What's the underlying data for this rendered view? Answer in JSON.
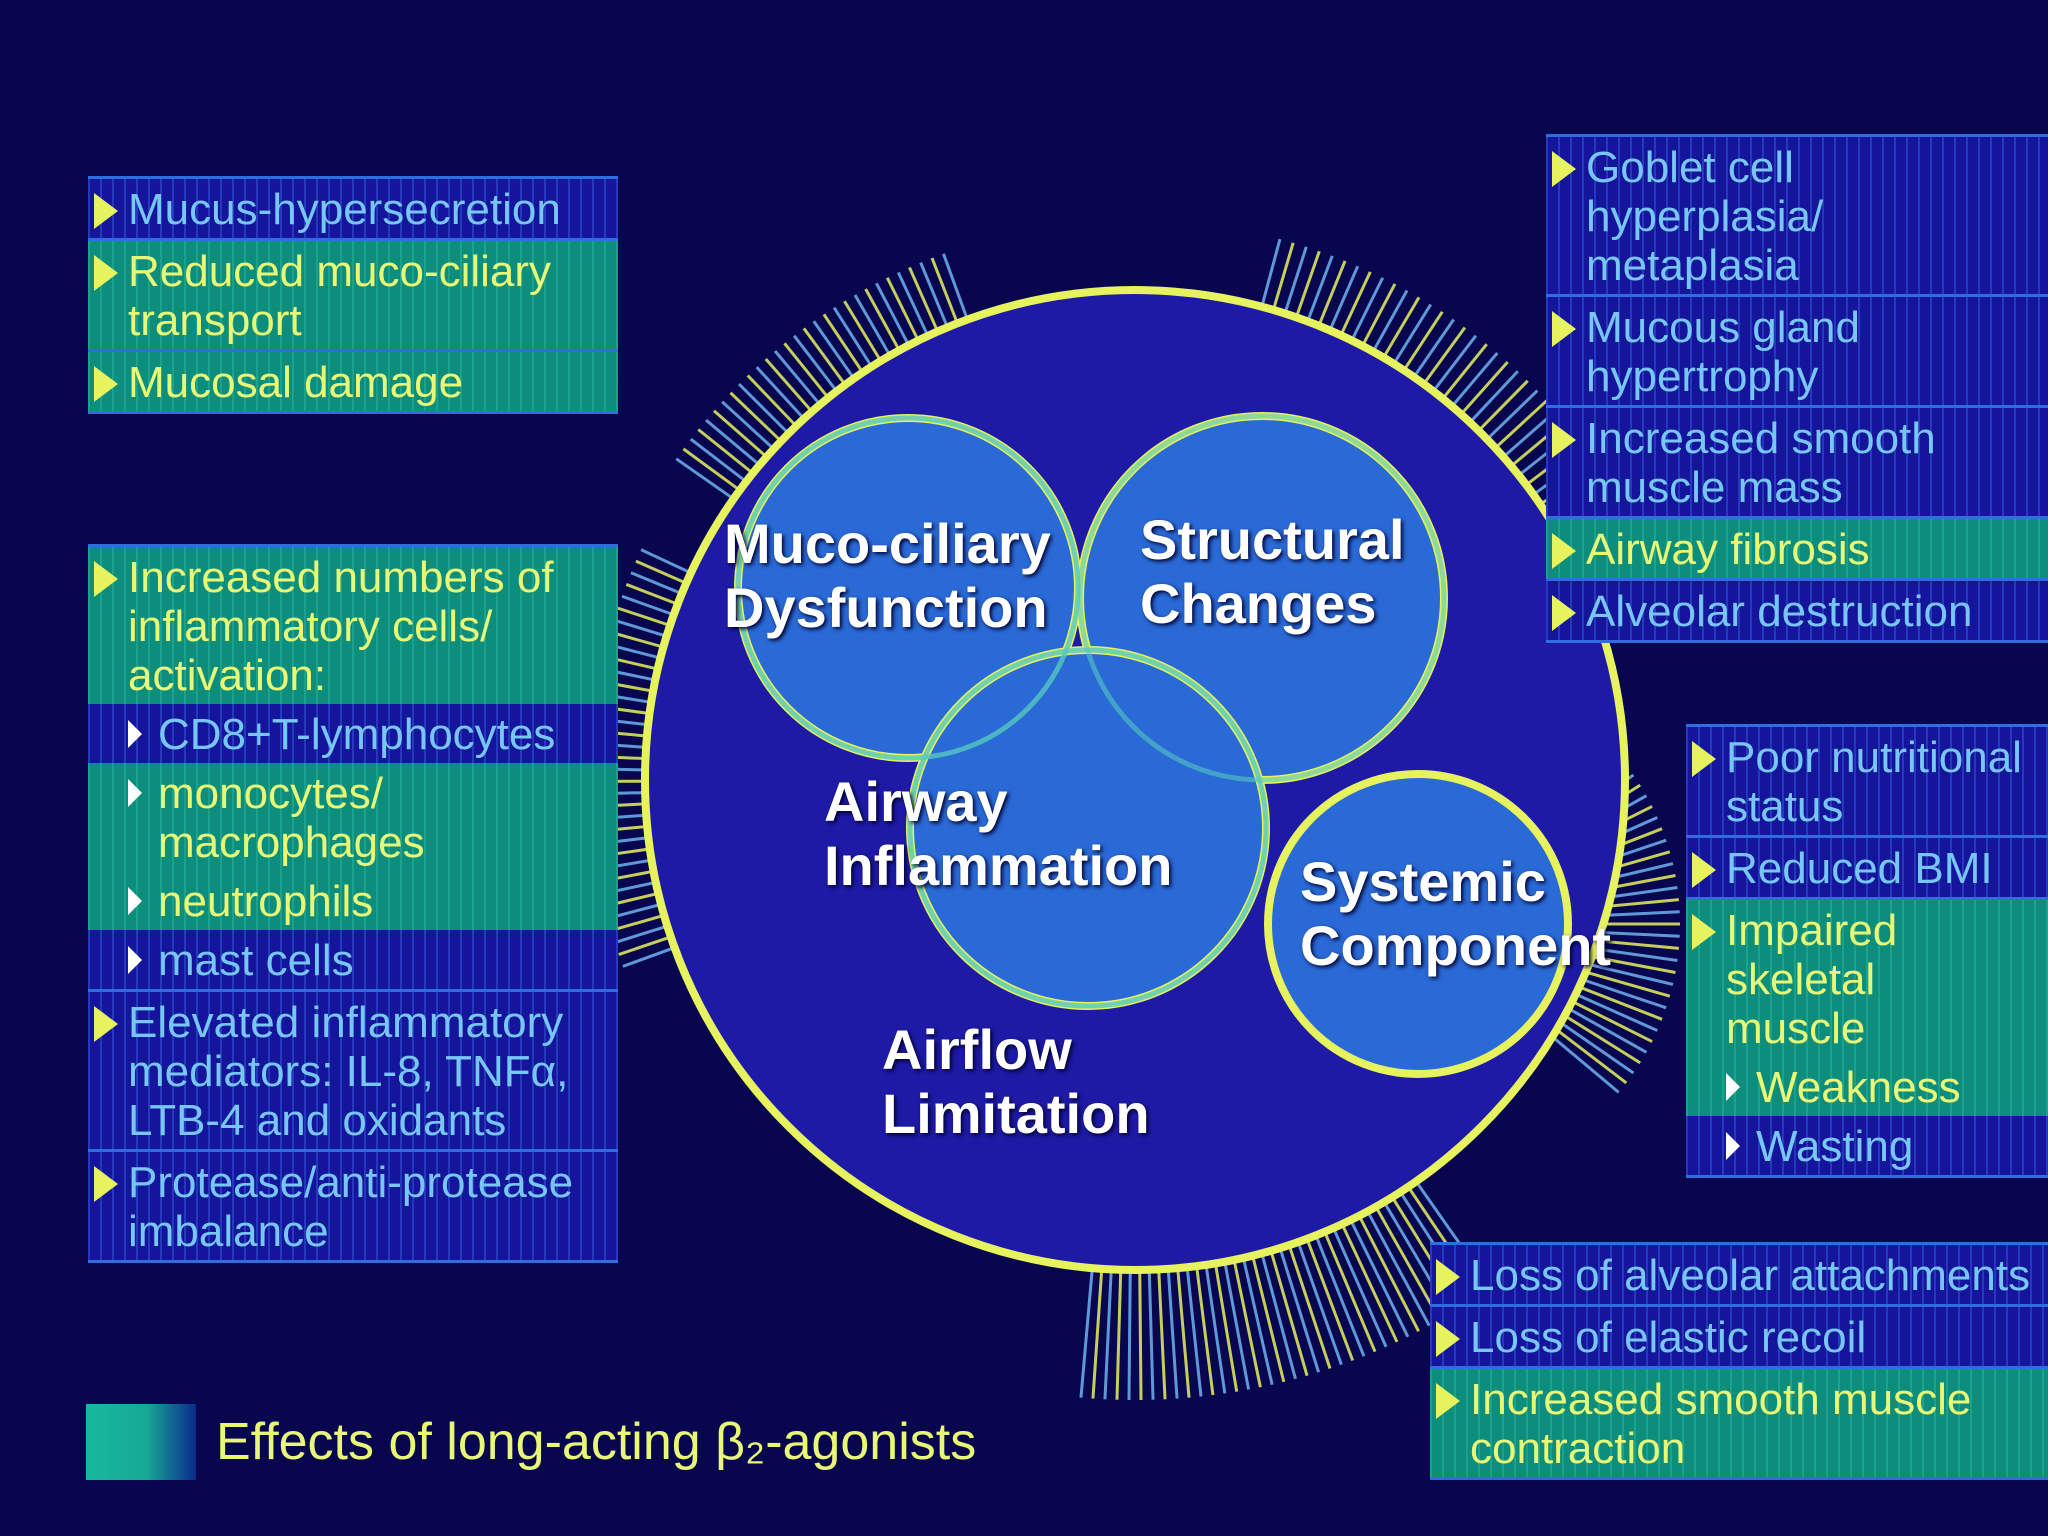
{
  "colors": {
    "background": "#08064f",
    "circle_fill": "#2a6ad6",
    "circle_stroke": "#e6f25e",
    "text_normal": "#77c6f5",
    "text_highlight": "#e9f776",
    "highlight_fill": "#0d8e7c"
  },
  "center": {
    "airflow": "Airflow\nLimitation",
    "mucociliary": "Muco-ciliary\nDysfunction",
    "structural": "Structural\nChanges",
    "inflammation": "Airway\nInflammation",
    "systemic": "Systemic\nComponent"
  },
  "left_top": [
    {
      "text": "Mucus-hypersecretion",
      "hl": false
    },
    {
      "text": "Reduced muco-ciliary\ntransport",
      "hl": true
    },
    {
      "text": "Mucosal damage",
      "hl": true
    }
  ],
  "left_bottom": [
    {
      "text": "Increased numbers of\ninflammatory cells/\nactivation:",
      "hl": true,
      "sub": false
    },
    {
      "text": "CD8+T-lymphocytes",
      "hl": false,
      "sub": true
    },
    {
      "text": "monocytes/\nmacrophages",
      "hl": true,
      "sub": true
    },
    {
      "text": "neutrophils",
      "hl": true,
      "sub": true
    },
    {
      "text": "mast cells",
      "hl": false,
      "sub": true
    },
    {
      "text": "Elevated inflammatory\nmediators: IL-8, TNFα,\nLTB-4 and oxidants",
      "hl": false,
      "sub": false
    },
    {
      "text": "Protease/anti-protease\nimbalance",
      "hl": false,
      "sub": false
    }
  ],
  "right_top": [
    {
      "text": "Goblet cell hyperplasia/\nmetaplasia",
      "hl": false
    },
    {
      "text": "Mucous gland\nhypertrophy",
      "hl": false
    },
    {
      "text": "Increased smooth\nmuscle mass",
      "hl": false
    },
    {
      "text": "Airway fibrosis",
      "hl": true
    },
    {
      "text": "Alveolar destruction",
      "hl": false
    }
  ],
  "right_middle": [
    {
      "text": "Poor nutritional\nstatus",
      "hl": false,
      "sub": false
    },
    {
      "text": "Reduced BMI",
      "hl": false,
      "sub": false
    },
    {
      "text": "Impaired skeletal\nmuscle",
      "hl": true,
      "sub": false
    },
    {
      "text": "Weakness",
      "hl": true,
      "sub": true
    },
    {
      "text": "Wasting",
      "hl": false,
      "sub": true
    }
  ],
  "bottom_right": [
    {
      "text": "Loss of alveolar attachments",
      "hl": false
    },
    {
      "text": "Loss of elastic recoil",
      "hl": false
    },
    {
      "text": "Increased smooth muscle\ncontraction",
      "hl": true
    }
  ],
  "legend": {
    "text": "Effects of long-acting β₂-agonists"
  }
}
